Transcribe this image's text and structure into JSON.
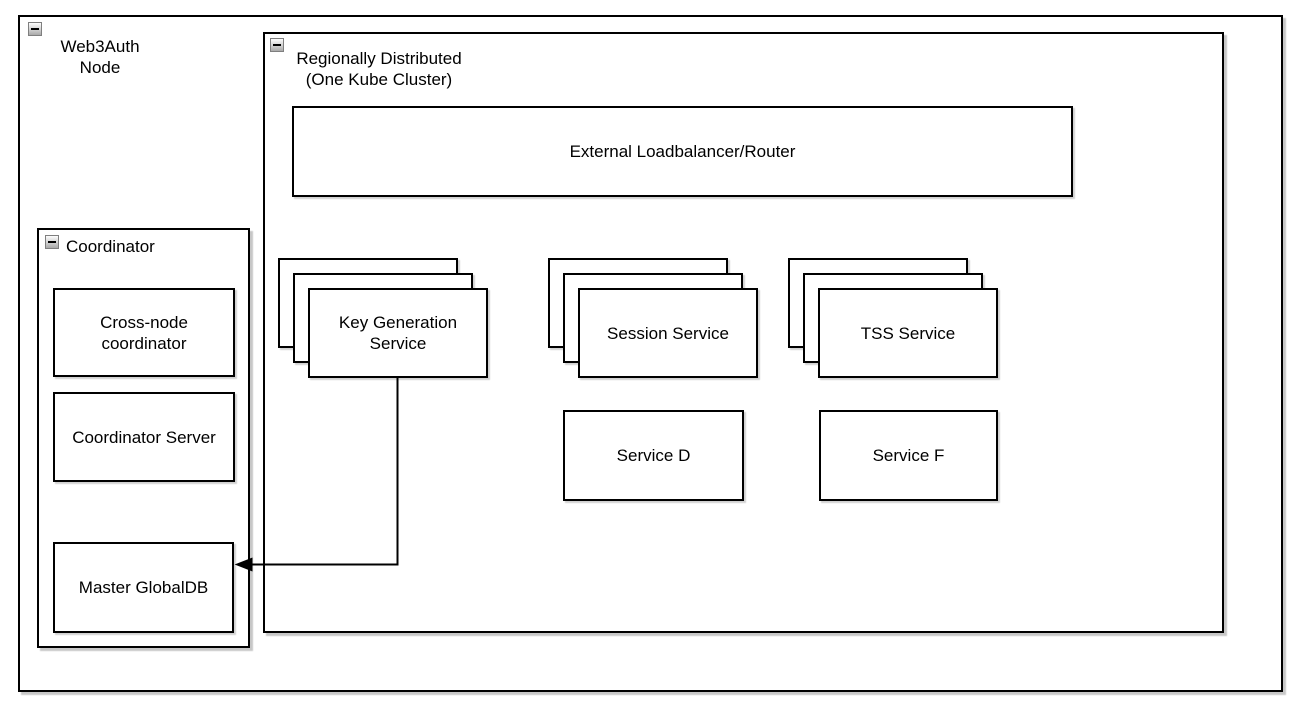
{
  "colors": {
    "stroke": "#000000",
    "background": "#ffffff",
    "shadow": "#c9c9c9"
  },
  "icons": {
    "collapse": "minus-collapse-toggle"
  },
  "containers": {
    "web3auth_node": {
      "title_line1": "Web3Auth",
      "title_line2": "Node"
    },
    "regionally_distributed": {
      "title_line1": "Regionally Distributed",
      "title_line2": "(One Kube Cluster)"
    },
    "coordinator": {
      "title": "Coordinator"
    }
  },
  "nodes": {
    "external_loadbalancer": {
      "label": "External Loadbalancer/Router"
    },
    "key_generation_service": {
      "label_line1": "Key Generation",
      "label_line2": "Service",
      "stack_count": 3
    },
    "session_service": {
      "label": "Session Service",
      "stack_count": 3
    },
    "tss_service": {
      "label": "TSS Service",
      "stack_count": 3
    },
    "service_d": {
      "label": "Service D"
    },
    "service_f": {
      "label": "Service F"
    },
    "cross_node_coordinator": {
      "label_line1": "Cross-node",
      "label_line2": "coordinator"
    },
    "coordinator_server": {
      "label": "Coordinator Server"
    },
    "master_globaldb": {
      "label": "Master GlobalDB"
    }
  },
  "edges": [
    {
      "from": "key_generation_service",
      "to": "master_globaldb",
      "style": "orthogonal-arrow"
    }
  ]
}
